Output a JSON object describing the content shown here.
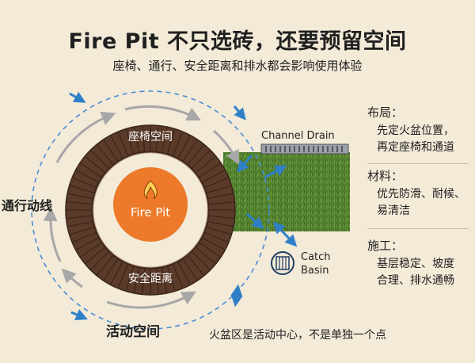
{
  "title": "Fire Pit 不只选砖，还要预留空间",
  "subtitle": "座椅、通行、安全距离和排水都会影响使用体验",
  "diagram": {
    "fire_pit_label": "Fire Pit",
    "seating_label": "座椅空间",
    "safety_label": "安全距离",
    "walk_label": "通行动线",
    "activity_label": "活动空间",
    "drain_label": "Channel Drain",
    "basin_label_1": "Catch",
    "basin_label_2": "Basin",
    "icons": [
      "flame-icon",
      "catch-basin-icon",
      "flow-arrow-icon"
    ],
    "colors": {
      "background": "#f3ead8",
      "deck": "#5a3b2a",
      "fire": "#ec7a2a",
      "lawn": "#4f7e2d",
      "water": "#2f7fc7"
    }
  },
  "side": {
    "layout": {
      "head": "布局：",
      "lines": [
        "先定火盆位置，",
        "再定座椅和通道"
      ]
    },
    "material": {
      "head": "材料：",
      "lines": [
        "优先防滑、耐候、",
        "易清洁"
      ]
    },
    "build": {
      "head": "施工：",
      "lines": [
        "基层稳定、坡度",
        "合理、排水通畅"
      ]
    }
  },
  "note": "火盆区是活动中心，不是单独一个点"
}
